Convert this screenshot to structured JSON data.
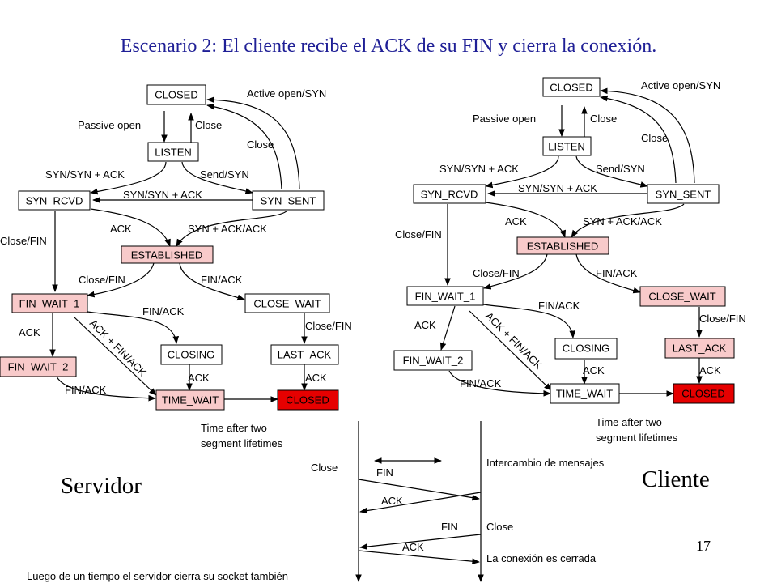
{
  "title": "Escenario 2: El cliente recibe el ACK de su FIN y cierra la conexión.",
  "page_number": "17",
  "server_label": "Servidor",
  "client_label": "Cliente",
  "fsm": {
    "states": {
      "closed": "CLOSED",
      "listen": "LISTEN",
      "syn_rcvd": "SYN_RCVD",
      "syn_sent": "SYN_SENT",
      "established": "ESTABLISHED",
      "fin_wait_1": "FIN_WAIT_1",
      "close_wait": "CLOSE_WAIT",
      "fin_wait_2": "FIN_WAIT_2",
      "closing": "CLOSING",
      "last_ack": "LAST_ACK",
      "time_wait": "TIME_WAIT",
      "closed_final": "CLOSED"
    },
    "transitions": {
      "active_open": "Active open/SYN",
      "passive_open": "Passive open",
      "close_listen": "Close",
      "close_syn_sent": "Close",
      "syn_synack": "SYN/SYN + ACK",
      "send_syn": "Send/SYN",
      "syn_synack_2": "SYN/SYN + ACK",
      "ack": "ACK",
      "synack_ack": "SYN + ACK/ACK",
      "close_fin_rcvd": "Close/FIN",
      "close_fin_est": "Close/FIN",
      "fin_ack_est": "FIN/ACK",
      "fin_ack_fw1": "FIN/ACK",
      "ack_fw1": "ACK",
      "ack_fin_ack": "ACK + FIN/ACK",
      "close_fin_cw": "Close/FIN",
      "ack_closing": "ACK",
      "ack_last": "ACK",
      "fin_ack_fw2": "FIN/ACK",
      "timeout_1": "Time after two",
      "timeout_2": "segment lifetimes"
    }
  },
  "sequence": {
    "close_left": "Close",
    "exchange": "Intercambio de mensajes",
    "msg_fin_1": "FIN",
    "msg_ack_1": "ACK",
    "msg_fin_2": "FIN",
    "close_right": "Close",
    "msg_ack_2": "ACK",
    "connection_closed": "La conexión es cerrada",
    "server_closes": "Luego de un tiempo el servidor cierra su socket también"
  }
}
